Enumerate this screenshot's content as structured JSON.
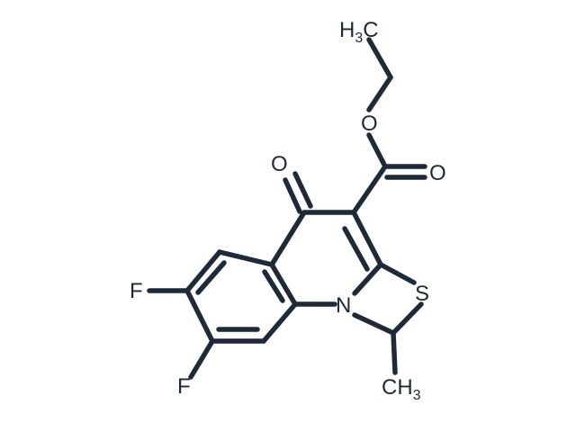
{
  "atom_labels": {
    "ch3_top": "H3C",
    "o_ester": "O",
    "o_carbonyl_ester": "O",
    "o_ketone": "O",
    "s": "S",
    "n": "N",
    "f_top": "F",
    "f_bottom": "F",
    "ch3_bottom": "CH3"
  },
  "colors": {
    "ink": "#1f2a38",
    "background": "#ffffff"
  }
}
